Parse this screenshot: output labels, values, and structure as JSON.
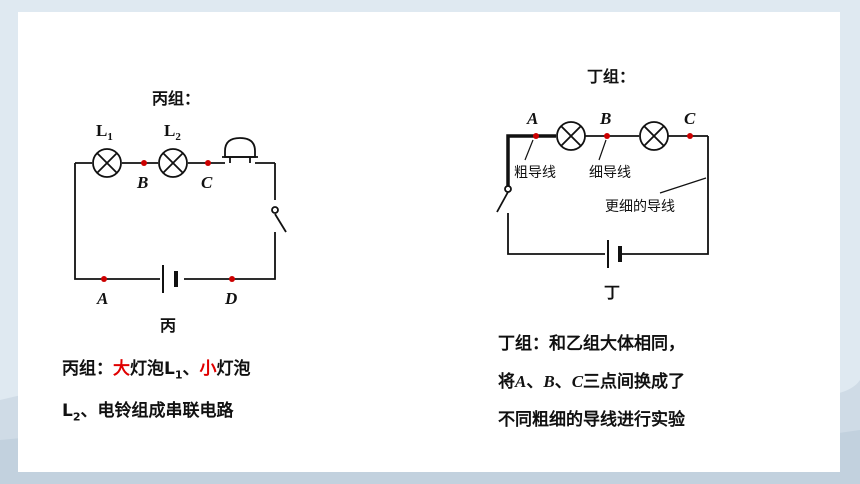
{
  "circuit_bing": {
    "group_title": "丙组：",
    "lamp1_label": "L",
    "lamp1_sub": "1",
    "lamp2_label": "L",
    "lamp2_sub": "2",
    "point_a": "A",
    "point_b": "B",
    "point_c": "C",
    "point_d": "D",
    "caption": "丙"
  },
  "circuit_ding": {
    "group_title": "丁组：",
    "point_a": "A",
    "point_b": "B",
    "point_c": "C",
    "thick_wire_label": "粗导线",
    "thin_wire_label": "细导线",
    "thinner_wire_label": "更细的导线",
    "caption": "丁"
  },
  "desc_bing": {
    "prefix": "丙组：",
    "big": "大",
    "lamp_text1": "灯泡L",
    "lamp_sub1": "1",
    "sep": "、",
    "small": "小",
    "lamp_text2": "灯泡",
    "line2_l": "L",
    "line2_sub": "2",
    "line2_rest": "、电铃组成串联电路"
  },
  "desc_ding": {
    "line1": "丁组：和乙组大体相同，",
    "line2_pre": "将",
    "a": "A",
    "sep1": "、",
    "b": "B",
    "sep2": "、",
    "c": "C",
    "line2_post": "三点间换成了",
    "line3": "不同粗细的导线进行实验"
  },
  "colors": {
    "accent_red": "#e00000",
    "point_red": "#cc0000"
  }
}
